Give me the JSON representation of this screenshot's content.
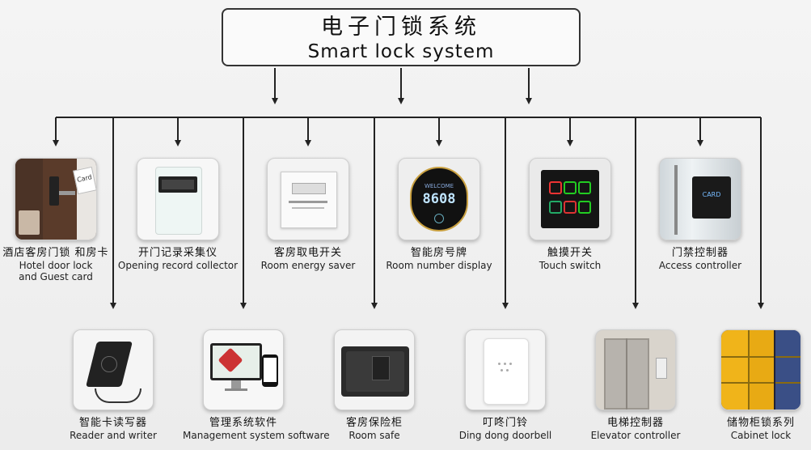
{
  "title": {
    "zh": "电子门锁系统",
    "en": "Smart lock system"
  },
  "top_items": [
    {
      "zh": "酒店客房门锁 和房卡",
      "en": "Hotel door lock",
      "en2": "and Guest card",
      "card_text": "Card"
    },
    {
      "zh": "开门记录采集仪",
      "en": "Opening record collector"
    },
    {
      "zh": "客房取电开关",
      "en": "Room energy saver"
    },
    {
      "zh": "智能房号牌",
      "en": "Room number display",
      "display_number": "8608",
      "display_word": "WELCOME"
    },
    {
      "zh": "触摸开关",
      "en": "Touch switch"
    },
    {
      "zh": "门禁控制器",
      "en": "Access controller",
      "device_text": "CARD"
    }
  ],
  "bottom_items": [
    {
      "zh": "智能卡读写器",
      "en": "Reader and writer"
    },
    {
      "zh": "管理系统软件",
      "en": "Management system software"
    },
    {
      "zh": "客房保险柜",
      "en": "Room safe"
    },
    {
      "zh": "叮咚门铃",
      "en": "Ding dong doorbell"
    },
    {
      "zh": "电梯控制器",
      "en": "Elevator controller"
    },
    {
      "zh": "储物柜锁系列",
      "en": "Cabinet lock"
    }
  ]
}
